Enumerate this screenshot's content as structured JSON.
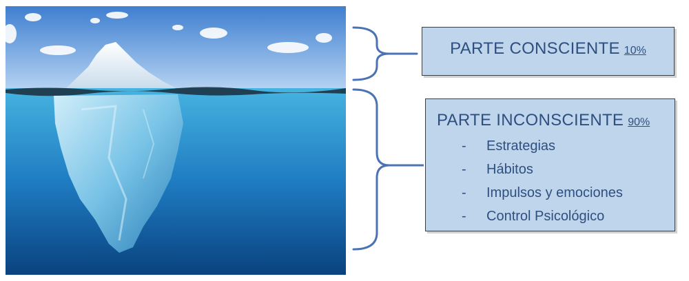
{
  "colors": {
    "sky_top": "#4a86d4",
    "sky_bottom": "#a7c9ef",
    "ocean_top": "#3fa9d8",
    "ocean_bottom": "#0b4b8c",
    "box_fill": "#bfd5ec",
    "text": "#2f4f80",
    "brace": "#4a72b5"
  },
  "conscious": {
    "title": "PARTE CONSCIENTE",
    "percent": "10%"
  },
  "unconscious": {
    "title": "PARTE INCONSCIENTE",
    "percent": "90%",
    "items": [
      "Estrategias",
      "Hábitos",
      "Impulsos y emociones",
      "Control Psicológico"
    ],
    "bullet": "-"
  }
}
